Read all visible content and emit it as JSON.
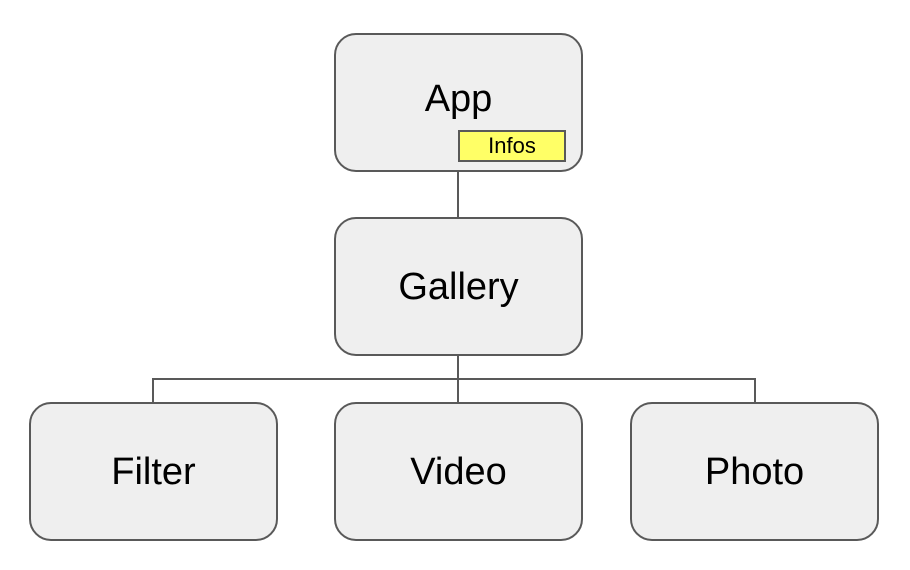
{
  "diagram": {
    "type": "tree",
    "nodes": {
      "app": {
        "label": "App"
      },
      "gallery": {
        "label": "Gallery"
      },
      "filter": {
        "label": "Filter"
      },
      "video": {
        "label": "Video"
      },
      "photo": {
        "label": "Photo"
      }
    },
    "badge": {
      "label": "Infos",
      "attached_to": "app",
      "color": "#ffff66"
    },
    "edges": [
      {
        "from": "app",
        "to": "gallery"
      },
      {
        "from": "gallery",
        "to": "filter"
      },
      {
        "from": "gallery",
        "to": "video"
      },
      {
        "from": "gallery",
        "to": "photo"
      }
    ],
    "colors": {
      "node_fill": "#efefef",
      "node_border": "#595959",
      "connector": "#595959"
    }
  }
}
